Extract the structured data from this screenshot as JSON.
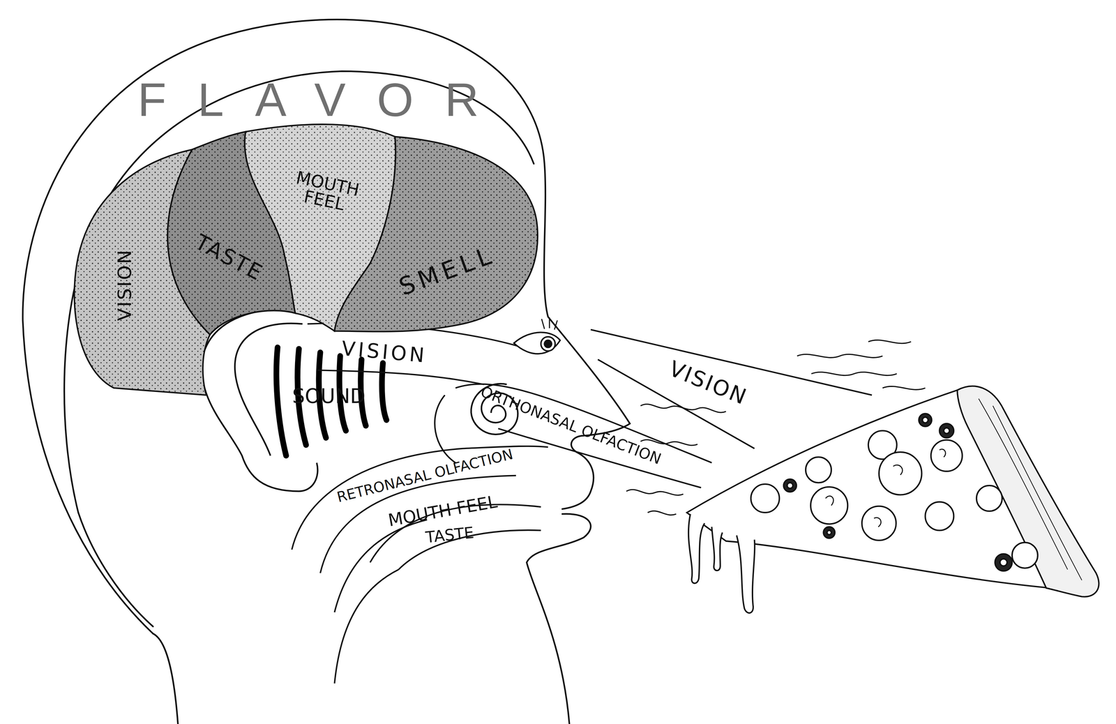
{
  "diagram": {
    "nodes": [
      {
        "text": [
          "VISION"
        ]
      },
      {
        "text": [
          "TASTE"
        ]
      },
      {
        "text": [
          "MOUTH FEEL"
        ]
      },
      {
        "text": [
          "SMELL"
        ]
      }
    ],
    "labels": [
      "FLAVOR",
      "VISION",
      "SOUND",
      "ORTHONASAL OLFACTION",
      "VISION",
      "RETRONASAL OLFACTION",
      "MOUTH FEEL",
      "TASTE"
    ]
  }
}
